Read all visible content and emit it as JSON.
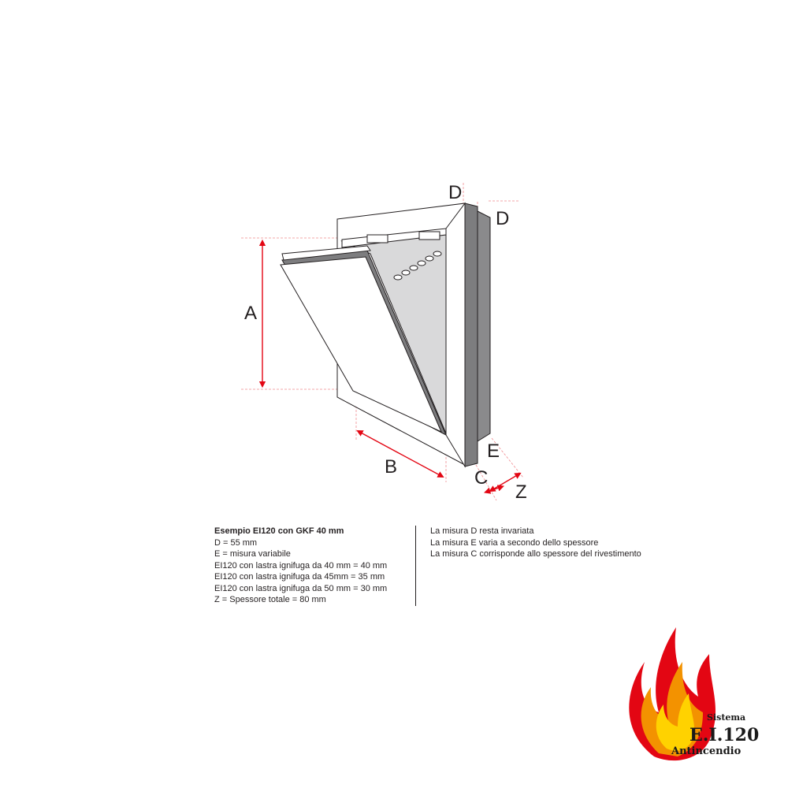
{
  "diagram": {
    "dimension_labels": {
      "A": "A",
      "B": "B",
      "C": "C",
      "D_top": "D",
      "D_right": "D",
      "E": "E",
      "Z": "Z"
    },
    "colors": {
      "arrow": "#e30613",
      "guide": "#f08a8f",
      "frame_gray": "#7d7d7f",
      "panel_gray": "#d9d9da",
      "outline": "#231f20"
    }
  },
  "notes": {
    "title": "Esempio EI120 con GKF 40 mm",
    "left_lines": [
      "D = 55 mm",
      "E = misura variabile",
      "EI120 con lastra ignifuga da 40 mm = 40 mm",
      "EI120 con lastra ignifuga da 45mm = 35 mm",
      "EI120 con lastra ignifuga da 50 mm = 30 mm",
      "Z = Spessore totale = 80 mm"
    ],
    "right_lines": [
      "La misura D resta invariata",
      "La misura E varia a secondo dello spessore",
      "La misura C corrisponde allo spessore del rivestimento"
    ]
  },
  "logo": {
    "line1": "Sistema",
    "line2": "E.I.120",
    "line3": "Antincendio"
  }
}
